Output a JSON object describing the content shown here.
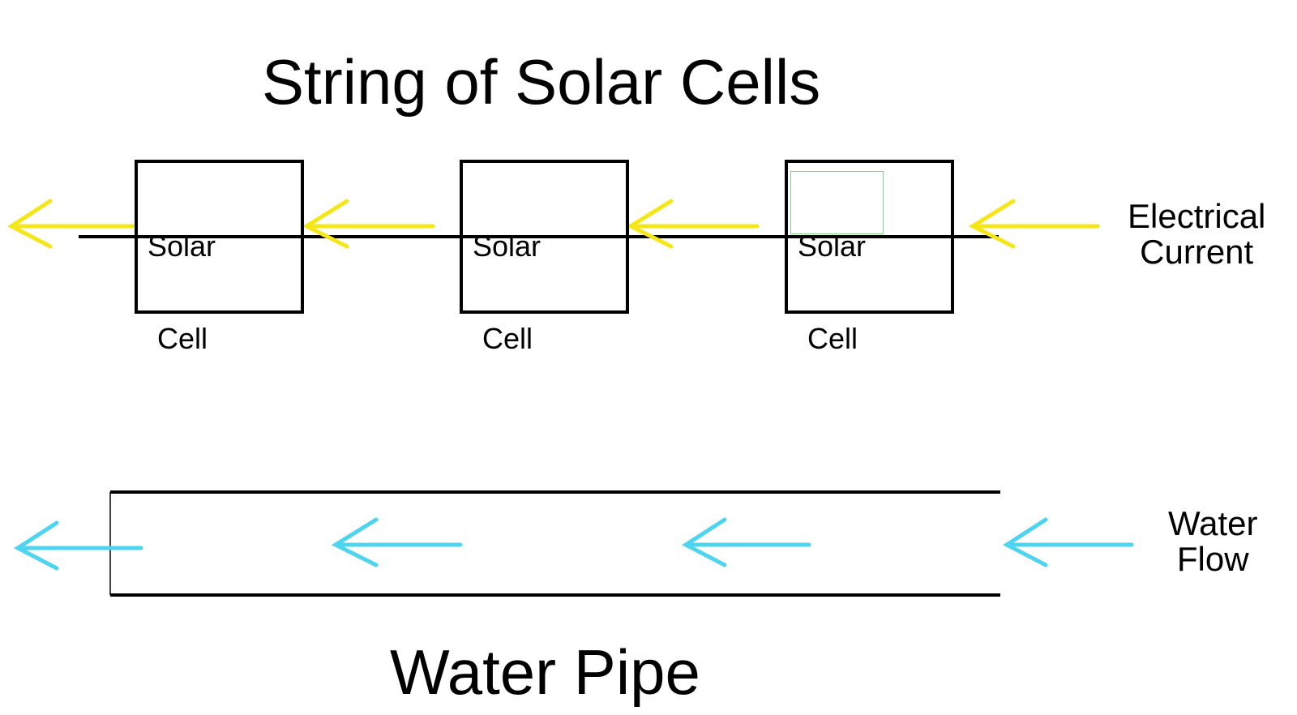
{
  "top_title": "String of Solar Cells",
  "bottom_title": "Water Pipe",
  "solar_cells": [
    {
      "line1": "Solar",
      "line2": "Cell"
    },
    {
      "line1": "Solar",
      "line2": "Cell"
    },
    {
      "line1": "Solar",
      "line2": "Cell"
    }
  ],
  "electrical_label": {
    "line1": "Electrical",
    "line2": "Current"
  },
  "water_label": {
    "line1": "Water",
    "line2": "Flow"
  },
  "colors": {
    "current_arrow": "#f5e61a",
    "water_arrow": "#4fd4f0",
    "line": "#000000",
    "highlight": "#7fd77f"
  },
  "icons": {
    "current_arrow": "arrow-left-icon",
    "water_arrow": "arrow-left-icon"
  }
}
